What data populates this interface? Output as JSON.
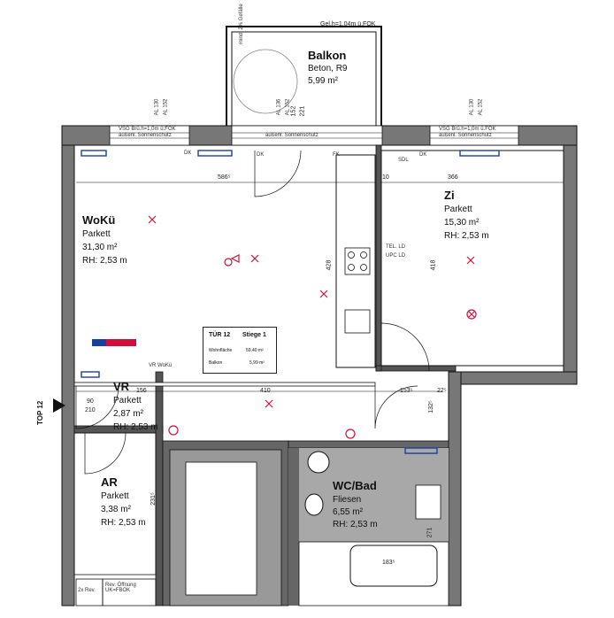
{
  "top_note": "Gel.h=1,04m ü.FOK",
  "balkon": {
    "name": "Balkon",
    "material": "Beton, R9",
    "area": "5,99 m²"
  },
  "wohnkueche": {
    "name": "WoKü",
    "floor": "Parkett",
    "area": "31,30 m²",
    "height": "RH: 2,53 m"
  },
  "zimmer": {
    "name": "Zi",
    "floor": "Parkett",
    "area": "15,30 m²",
    "height": "RH: 2,53 m"
  },
  "vorraum": {
    "name": "VR",
    "floor": "Parkett",
    "area": "2,87 m²",
    "height": "RH: 2,53 m"
  },
  "abstellraum": {
    "name": "AR",
    "floor": "Parkett",
    "area": "3,38 m²",
    "height": "RH: 2,53 m"
  },
  "bad": {
    "name": "WC/Bad",
    "floor": "Fliesen",
    "area": "6,55 m²",
    "height": "RH: 2,53 m"
  },
  "door_table": {
    "col1": "TÜR 12",
    "col2": "Stiege 1",
    "row1_label": "Wohnfläche",
    "row1_value": "59,40 m²",
    "row2_label": "Balkon",
    "row2_value": "5,99 m²"
  },
  "top_label": "TOP 12",
  "dimensions": {
    "woku_width": "586⁵",
    "zi_width": "366",
    "hall_length": "410",
    "vr_width": "156",
    "zi_depth": "418",
    "kitchen_depth": "428",
    "door_width": "90",
    "door_height": "210",
    "bath_width": "183⁵",
    "bath_depth": "271",
    "ar_depth": "231⁵",
    "balkon_depth": "152",
    "balkon_width": "221",
    "corridor_dim": "153⁵",
    "hall_right": "132⁵",
    "small_dim1": "22⁵",
    "small_dim2": "10"
  },
  "annotations": {
    "sonnenschutz_left": "außenl. Sonnenschutz",
    "sonnenschutz_mid": "außenl. Sonnenschutz",
    "sonnenschutz_right": "außenl. Sonnenschutz",
    "vsg_left": "VSG Brü.h=1,0m ü.FOK",
    "vsg_right": "VSG Brü.h=1,0m ü.FOK",
    "al_left1": "AL 130",
    "al_left2": "AL 152",
    "al_mid1": "AL 136",
    "al_mid2": "AL 152",
    "al_right1": "AL 130",
    "al_right2": "AL 152",
    "dk_left": "DK",
    "dk_mid": "DK",
    "fk": "FK",
    "sdl": "SDL",
    "dk_right": "DK",
    "vr_woku": "VR  WoKü",
    "rev_left": "2x Rev.",
    "rev_right": "Rev. Öffnung\nUK=FBOK",
    "tel": "TEL. LD",
    "upc": "UPC LD",
    "balkon_vert": "mind. 2%\nGefälle"
  }
}
